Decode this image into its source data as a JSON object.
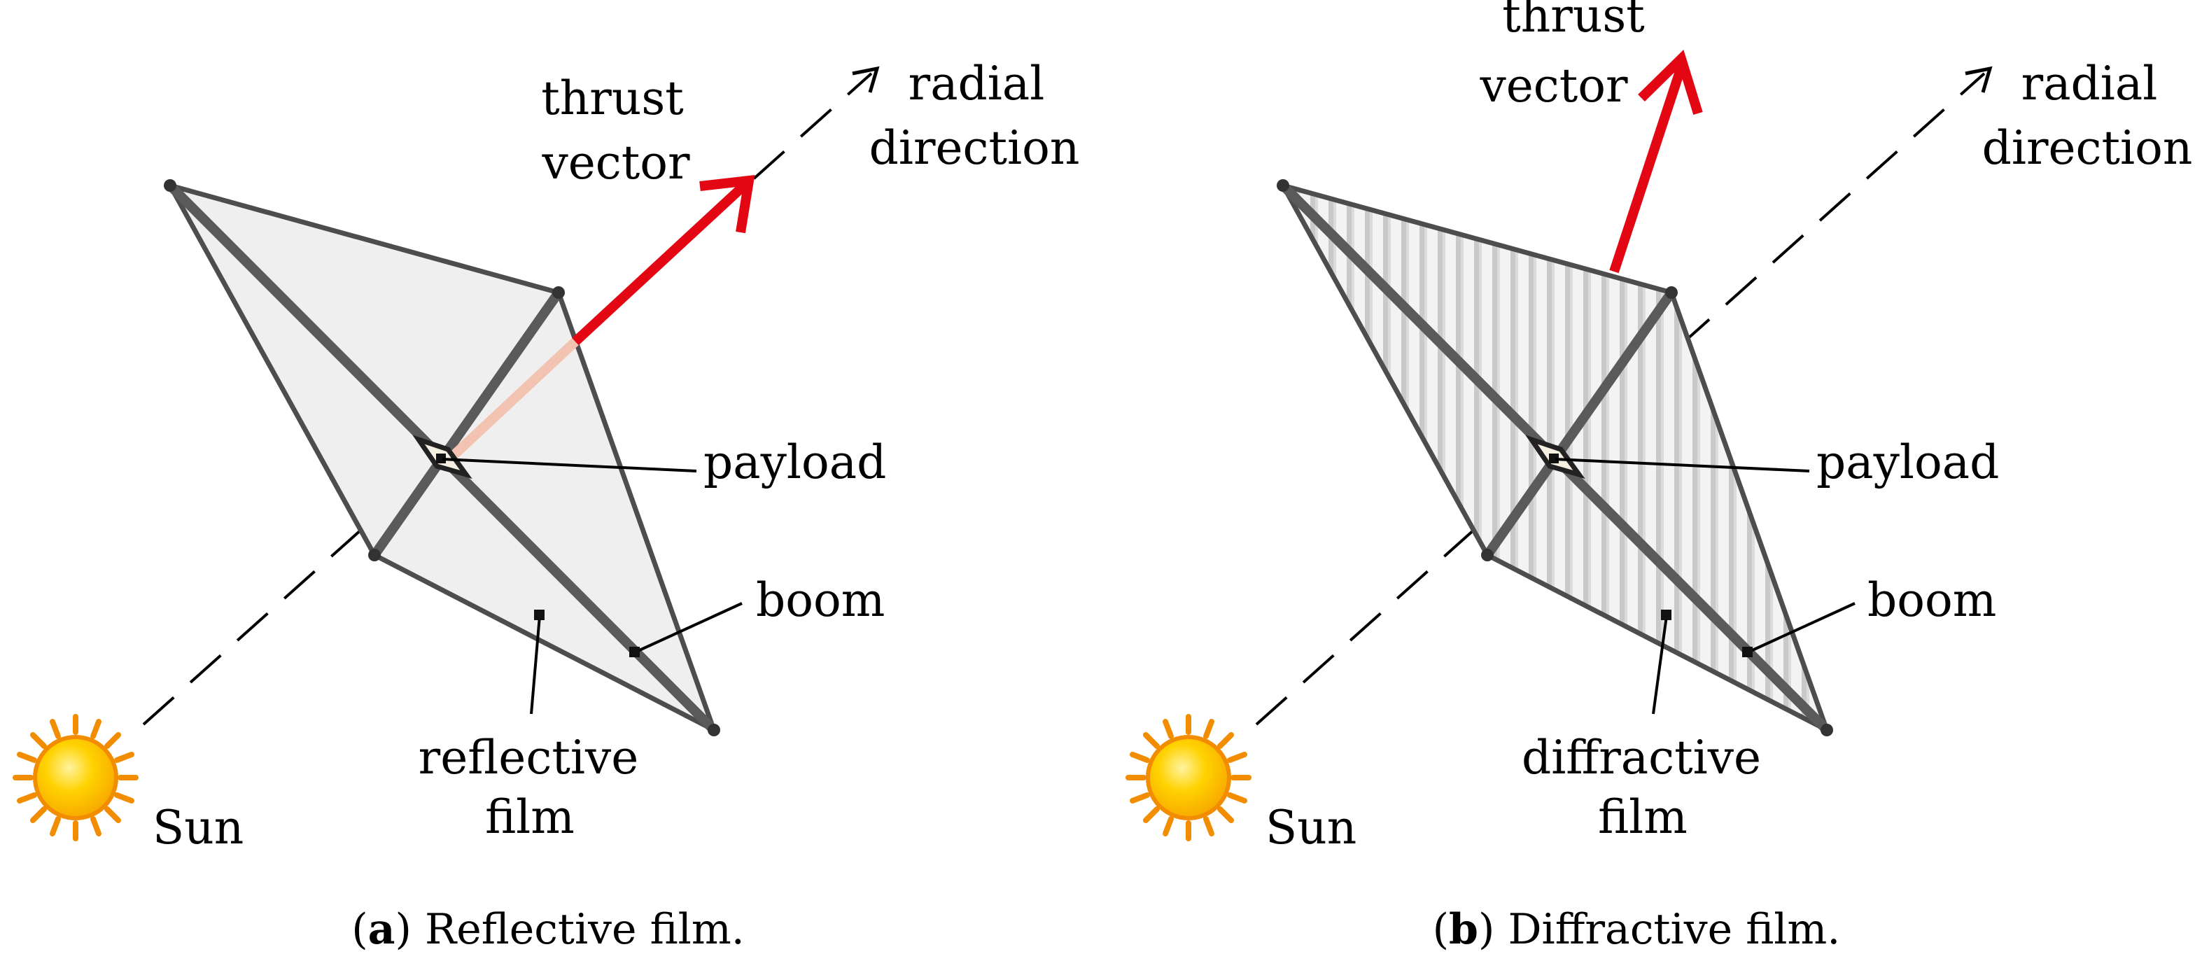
{
  "panels": [
    {
      "id": "a",
      "labels": {
        "thrust_line1": "thrust",
        "thrust_line2": "vector",
        "radial_line1": "radial",
        "radial_line2": "direction",
        "payload": "payload",
        "boom": "boom",
        "film_line1": "reflective",
        "film_line2": "film",
        "sun": "Sun"
      },
      "caption": {
        "open": "(",
        "letter": "a",
        "close_and_text": ") Reflective film."
      }
    },
    {
      "id": "b",
      "labels": {
        "thrust_line1": "thrust",
        "thrust_line2": "vector",
        "radial_line1": "radial",
        "radial_line2": "direction",
        "payload": "payload",
        "boom": "boom",
        "film_line1": "diffractive",
        "film_line2": "film",
        "sun": "Sun"
      },
      "caption": {
        "open": "(",
        "letter": "b",
        "close_and_text": ") Diffractive film."
      }
    }
  ],
  "colors": {
    "thrust": "#e30613",
    "frame": "#4d4d4d",
    "film": "#efefef",
    "sun_outer": "#f28c00",
    "sun_inner": "#ffd200"
  }
}
